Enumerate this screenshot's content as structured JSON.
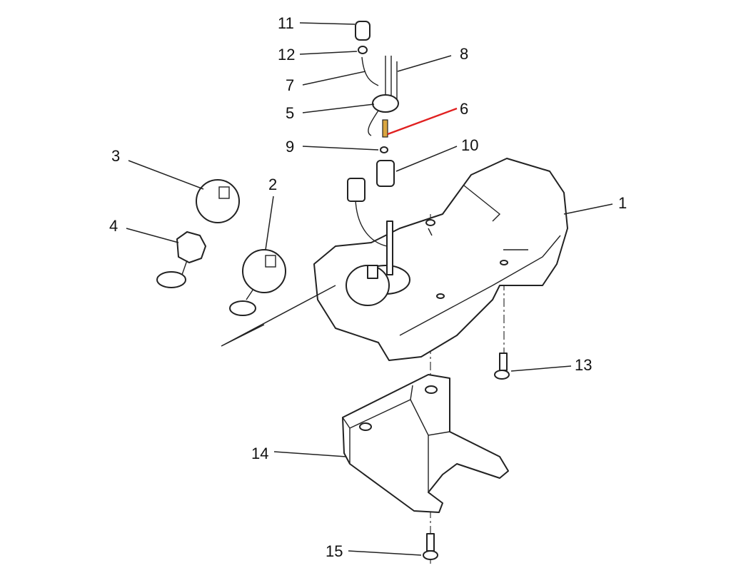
{
  "callouts": {
    "p1": "1",
    "p2": "2",
    "p3": "3",
    "p4": "4",
    "p5": "5",
    "p6": "6",
    "p7": "7",
    "p8": "8",
    "p9": "9",
    "p10": "10",
    "p11": "11",
    "p12": "12",
    "p13": "13",
    "p14": "14",
    "p15": "15"
  },
  "colors": {
    "highlight": "#e02020",
    "highlight_part": "#d9a640",
    "line": "#222222"
  }
}
